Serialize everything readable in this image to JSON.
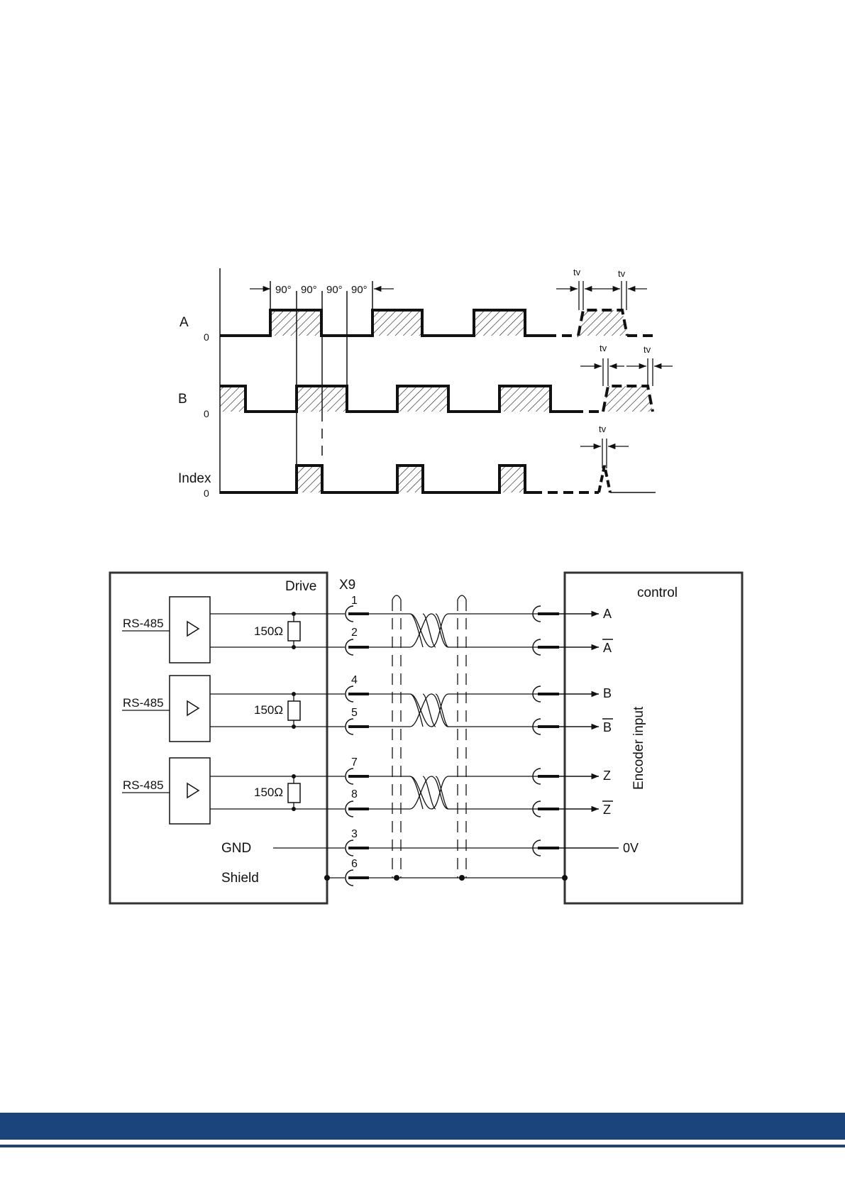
{
  "timing": {
    "signal_labels": [
      "A",
      "B",
      "Index"
    ],
    "zero_label": "0",
    "phase_labels": [
      "90°",
      "90°",
      "90°",
      "90°"
    ],
    "tv_label": "tv"
  },
  "wiring": {
    "drive_label": "Drive",
    "connector_label": "X9",
    "control_label": "control",
    "encoder_input_label": "Encoder input",
    "driver_label": "RS-485",
    "resistor_label": "150Ω",
    "gnd_label": "GND",
    "shield_label": "Shield",
    "pins": [
      "1",
      "2",
      "4",
      "5",
      "7",
      "8",
      "3",
      "6"
    ],
    "outputs": [
      "A",
      "A",
      "B",
      "B",
      "Z",
      "Z",
      "0V"
    ]
  },
  "colors": {
    "footer": "#1c447c",
    "ink": "#111111"
  }
}
